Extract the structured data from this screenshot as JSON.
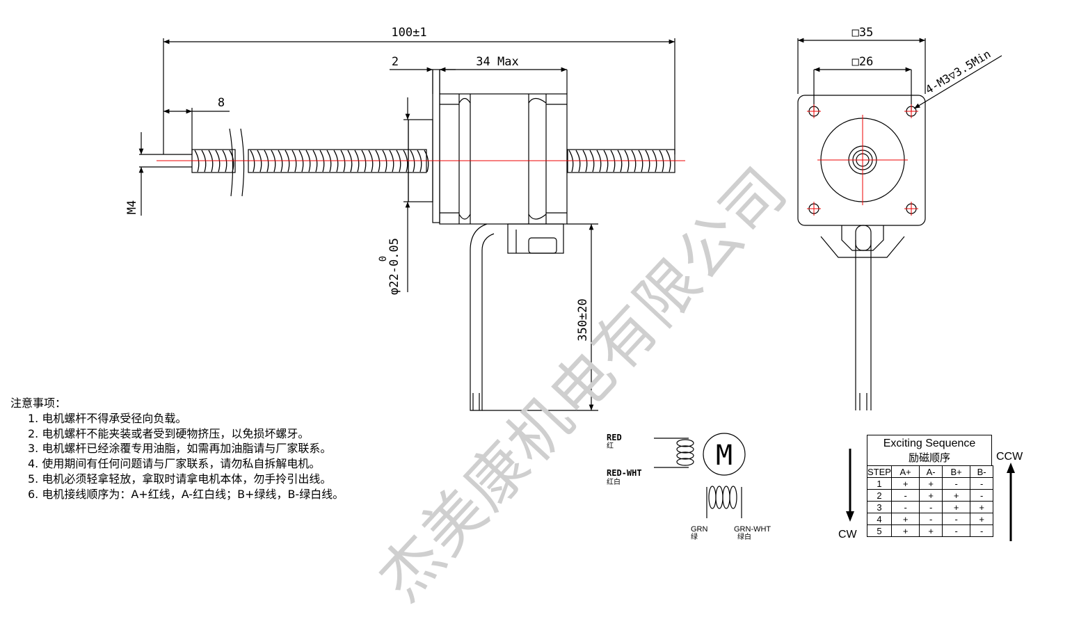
{
  "dimensions": {
    "overall_length": "100±1",
    "body_length": "34 Max",
    "flange_thickness": "2",
    "thread_offset": "8",
    "thread_size": "M4",
    "pilot_diameter": "φ22-0.05",
    "pilot_tol_upper": "0",
    "cable_length": "350±20",
    "body_square": "□35",
    "hole_spacing": "□26",
    "mount_holes": "4-M3▽3.5Min"
  },
  "wiring": {
    "red_en": "RED",
    "red_cn": "红",
    "red_wht_en": "RED-WHT",
    "red_wht_cn": "红白",
    "motor_symbol": "M",
    "grn_en": "GRN",
    "grn_cn": "绿",
    "grn_wht_en": "GRN-WHT",
    "grn_wht_cn": "绿白"
  },
  "notes": {
    "heading": "注意事项：",
    "items": [
      "1. 电机螺杆不得承受径向负载。",
      "2. 电机螺杆不能夹装或者受到硬物挤压，以免损坏螺牙。",
      "3. 电机螺杆已经涂覆专用油脂，如需再加油脂请与厂家联系。",
      "4. 使用期间有任何问题请与厂家联系，请勿私自拆解电机。",
      "5. 电机必须轻拿轻放，拿取时请拿电机本体，勿手拎引出线。",
      "6. 电机接线顺序为：A+红线，A-红白线；B+绿线，B-绿白线。"
    ]
  },
  "sequence": {
    "title_en": "Exciting Sequence",
    "title_cn": "励磁顺序",
    "cw": "CW",
    "ccw": "CCW",
    "headers": [
      "STEP",
      "A+",
      "A-",
      "B+",
      "B-"
    ],
    "rows": [
      [
        "1",
        "+",
        "+",
        "-",
        "-"
      ],
      [
        "2",
        "-",
        "+",
        "+",
        "-"
      ],
      [
        "3",
        "-",
        "-",
        "+",
        "+"
      ],
      [
        "4",
        "+",
        "-",
        "-",
        "+"
      ],
      [
        "5",
        "+",
        "+",
        "-",
        "-"
      ]
    ]
  },
  "watermark": "杰美康机电有限公司"
}
